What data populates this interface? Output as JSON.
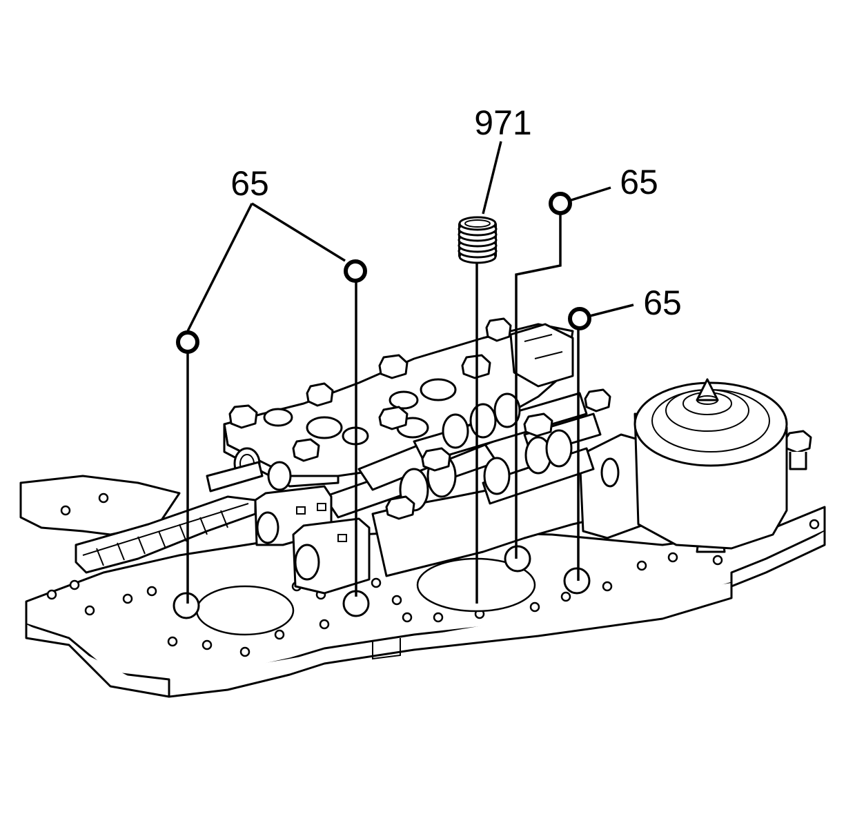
{
  "callouts": {
    "spring": "971",
    "ball_left": "65",
    "ball_upper_right": "65",
    "ball_right": "65"
  },
  "colors": {
    "ink": "#000000",
    "paper": "#ffffff"
  }
}
